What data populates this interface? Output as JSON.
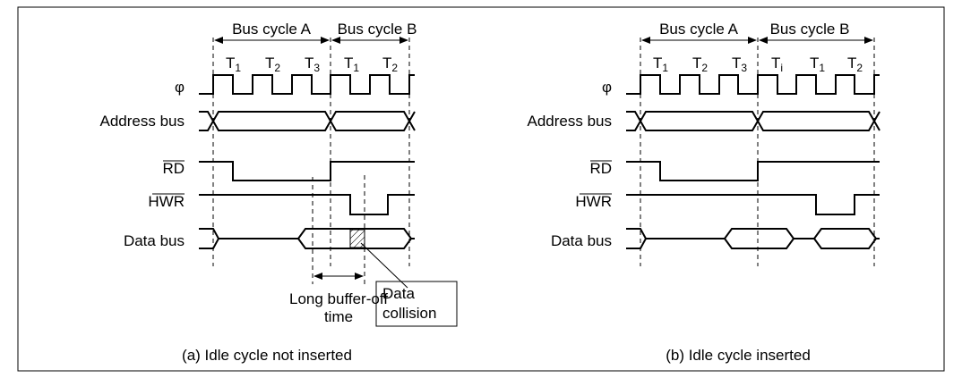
{
  "panels": [
    {
      "id": "a",
      "caption": "(a) Idle cycle not inserted",
      "cycle_a": "Bus cycle A",
      "cycle_b": "Bus cycle B",
      "states": [
        {
          "main": "T",
          "sub": "1"
        },
        {
          "main": "T",
          "sub": "2"
        },
        {
          "main": "T",
          "sub": "3"
        },
        {
          "main": "T",
          "sub": "1"
        },
        {
          "main": "T",
          "sub": "2"
        }
      ],
      "signals": {
        "clock": "φ",
        "address": "Address bus",
        "rd": "RD",
        "hwr": "HWR",
        "data": "Data bus"
      },
      "annotations": {
        "buffer_off_line1": "Long buffer-off",
        "buffer_off_line2": "time",
        "collision_line1": "Data",
        "collision_line2": "collision"
      }
    },
    {
      "id": "b",
      "caption": "(b) Idle cycle inserted",
      "cycle_a": "Bus cycle A",
      "cycle_b": "Bus cycle B",
      "states": [
        {
          "main": "T",
          "sub": "1"
        },
        {
          "main": "T",
          "sub": "2"
        },
        {
          "main": "T",
          "sub": "3"
        },
        {
          "main": "T",
          "sub": "i"
        },
        {
          "main": "T",
          "sub": "1"
        },
        {
          "main": "T",
          "sub": "2"
        }
      ],
      "signals": {
        "clock": "φ",
        "address": "Address bus",
        "rd": "RD",
        "hwr": "HWR",
        "data": "Data bus"
      }
    }
  ]
}
